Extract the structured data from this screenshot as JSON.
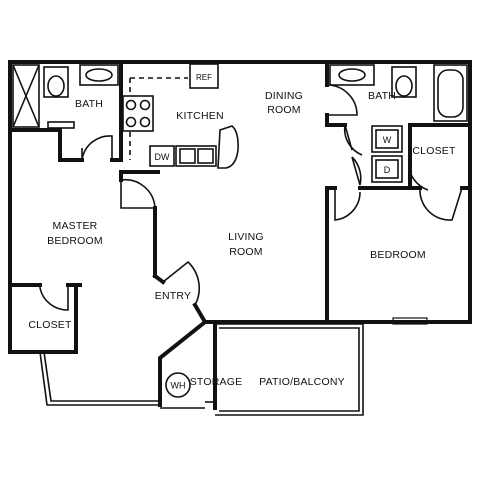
{
  "rooms": {
    "bath_left": "BATH",
    "kitchen": "KITCHEN",
    "dining": [
      "DINING",
      "ROOM"
    ],
    "bath_right": "BATH",
    "closet_right": "CLOSET",
    "master": [
      "MASTER",
      "BEDROOM"
    ],
    "living": [
      "LIVING",
      "ROOM"
    ],
    "bedroom": "BEDROOM",
    "entry": "ENTRY",
    "closet_left": "CLOSET",
    "storage": "STORAGE",
    "patio": "PATIO/BALCONY"
  },
  "appliances": {
    "refrigerator": "REF",
    "dishwasher": "DW",
    "washer": "W",
    "dryer": "D",
    "water_heater": "WH"
  }
}
